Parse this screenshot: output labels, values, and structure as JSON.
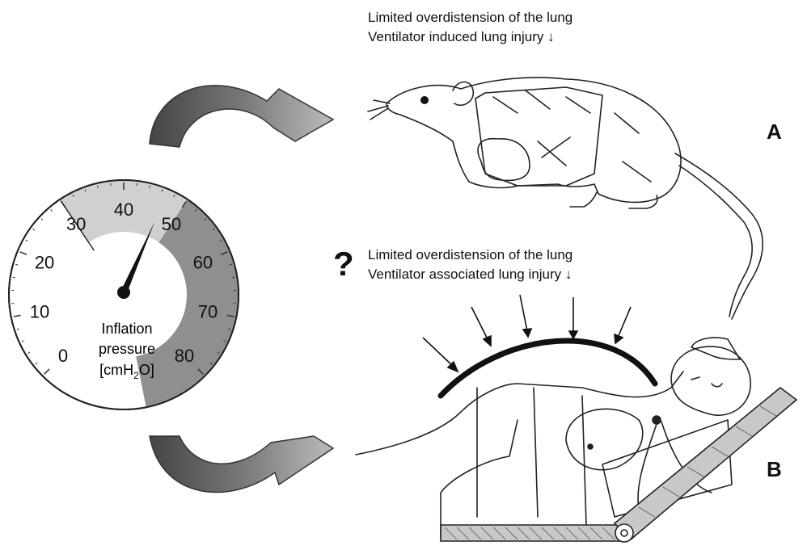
{
  "captions": {
    "top": {
      "line1": "Limited overdistension of the lung",
      "line2": "Ventilator induced lung injury",
      "arrow": "↓"
    },
    "bottom": {
      "question_mark": "?",
      "line1": "Limited overdistension of the lung",
      "line2": "Ventilator associated lung injury",
      "arrow": "↓"
    }
  },
  "panel_letters": {
    "a": "A",
    "b": "B"
  },
  "gauge": {
    "ticks": [
      "0",
      "10",
      "20",
      "30",
      "40",
      "50",
      "60",
      "70",
      "80"
    ],
    "title_line1": "Inflation",
    "title_line2": "pressure",
    "unit_prefix": "[cmH",
    "unit_sub": "2",
    "unit_suffix": "O]",
    "needle_value": 47,
    "light_zone": [
      30,
      50
    ],
    "dark_zone": [
      50,
      90
    ],
    "colors": {
      "dial": "#ffffff",
      "light_zone": "#d0d0d0",
      "dark_zone": "#8f8f8f",
      "rim": "#222222"
    }
  },
  "illustrations": {
    "animal": "rat-illustration",
    "patient": "patient-illustration",
    "cuirass": "chest-shell"
  }
}
